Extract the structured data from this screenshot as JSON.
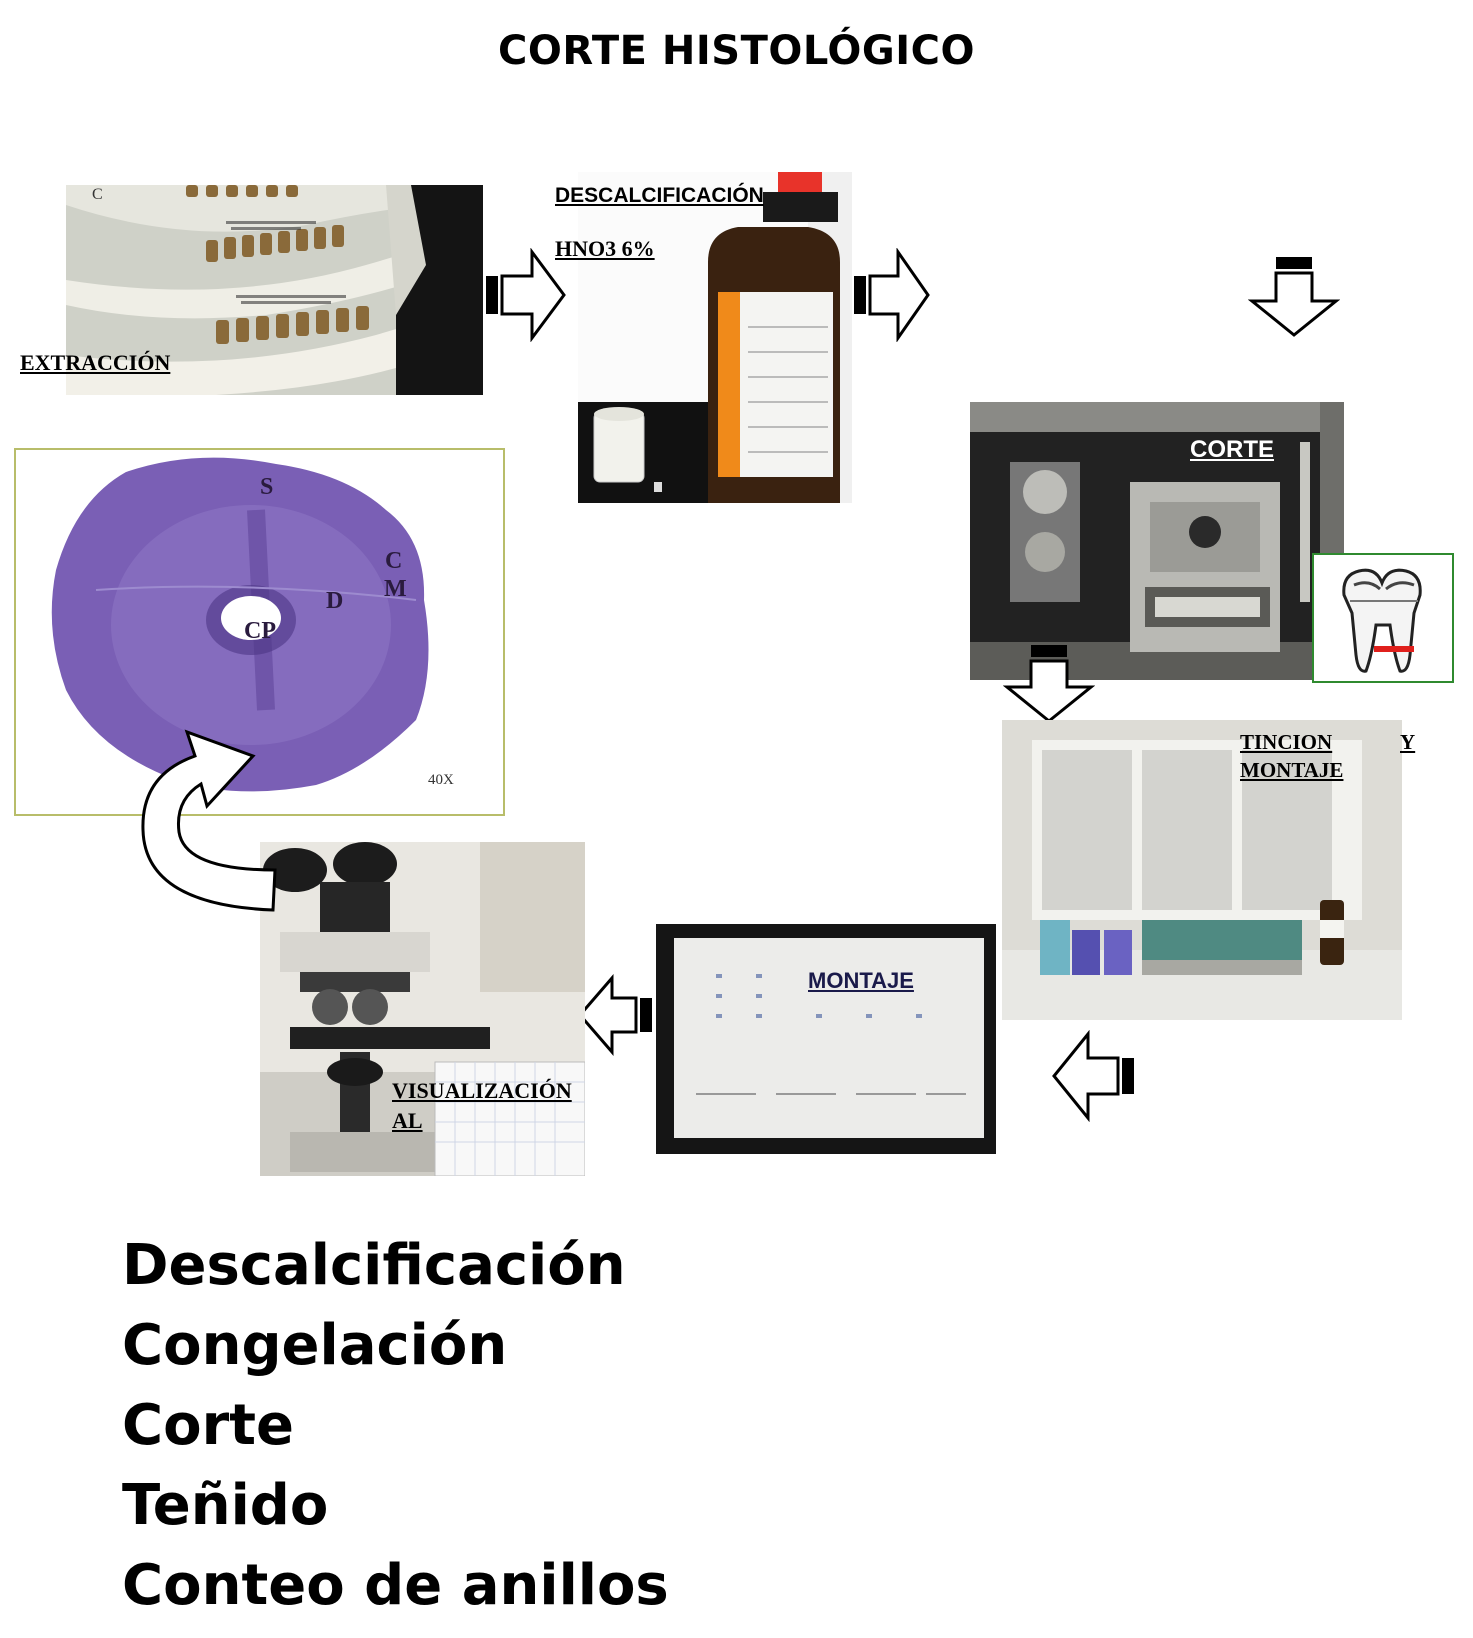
{
  "title": "CORTE HISTOLÓGICO",
  "panels": {
    "extraccion": {
      "label": "EXTRACCIÓN",
      "mark": "C"
    },
    "descalcificacion": {
      "label": "DESCALCIFICACIÓN",
      "reagent": "HNO3 6%"
    },
    "corte": {
      "label": "CORTE"
    },
    "tincion": {
      "label_line1": "TINCION",
      "label_y": "Y",
      "label_line2": "MONTAJE"
    },
    "montaje": {
      "label": "MONTAJE"
    },
    "visualizacion": {
      "label_line1": "VISUALIZACIÓN",
      "label_line2": "AL"
    },
    "section": {
      "magnification": "40X",
      "labels": {
        "s": "S",
        "c": "C",
        "m": "M",
        "d": "D",
        "cp": "CP"
      }
    }
  },
  "steps": [
    "Descalcificación",
    "Congelación",
    "Corte",
    "Teñido",
    "Conteo de anillos"
  ],
  "colors": {
    "stain": "#7a5fb5",
    "frame_section": "#b8bd6a",
    "frame_tooth": "#2f8a2f",
    "marker_red": "#e0201c",
    "corte_label": "#ffffff"
  }
}
